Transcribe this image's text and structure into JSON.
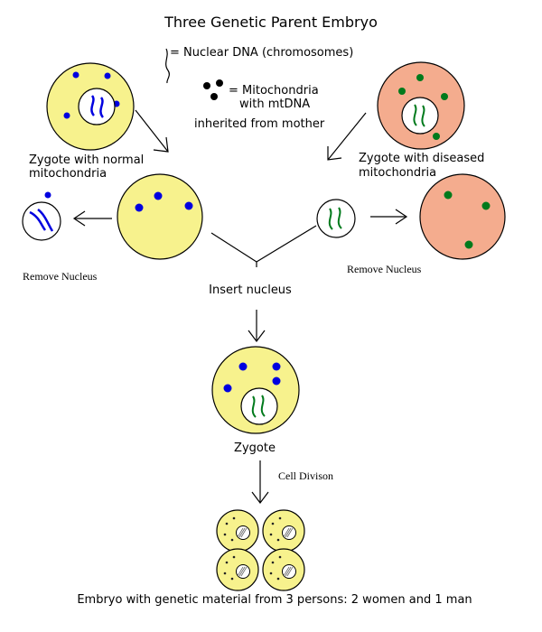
{
  "title": "Three Genetic Parent Embryo",
  "legend": {
    "nuclear_dna": "= Nuclear DNA (chromosomes)",
    "mito_line1": "= Mitochondria",
    "mito_line2": "with mtDNA",
    "mito_line3": "inherited from mother"
  },
  "left": {
    "zygote_line1": "Zygote with normal",
    "zygote_line2": "mitochondria",
    "remove_nucleus": "Remove Nucleus"
  },
  "right": {
    "zygote_line1": "Zygote with diseased",
    "zygote_line2": "mitochondria",
    "remove_nucleus": "Remove Nucleus"
  },
  "insert_nucleus": "Insert nucleus",
  "zygote": "Zygote",
  "cell_division": "Cell Divison",
  "footer": "Embryo with genetic material from 3 persons: 2 women and 1 man",
  "colors": {
    "healthy_cell": "#f7f28d",
    "diseased_cell": "#f4ac8e",
    "healthy_mito": "#0000e0",
    "diseased_mito": "#007a1c",
    "nucleus": "#ffffff"
  }
}
